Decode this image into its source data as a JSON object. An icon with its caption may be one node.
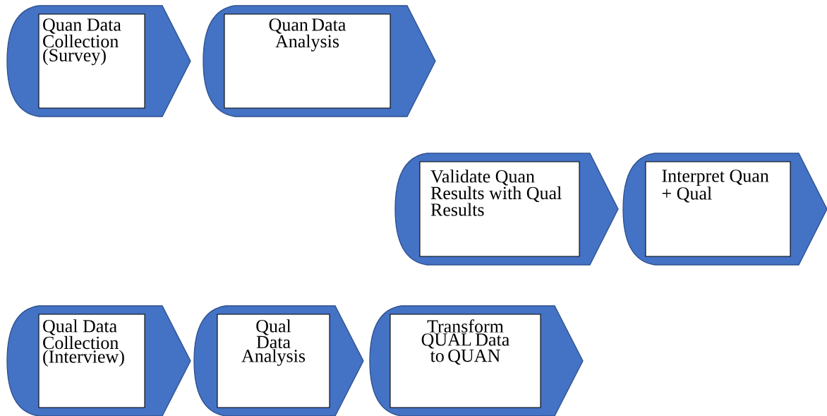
{
  "diagram": {
    "nodes": [
      {
        "text": [
          "Quan Data Collection (Survey)"
        ]
      },
      {
        "text": [
          "Quan Data Analysis"
        ]
      },
      {
        "text": [
          "Validate Quan Results with Qual Results"
        ]
      },
      {
        "text": [
          "Interpret Quan + Qual"
        ]
      },
      {
        "text": [
          "Qual Data Collection (Interview)"
        ]
      },
      {
        "text": [
          "Qual Data Analysis"
        ]
      },
      {
        "text": [
          "Transform QUAL Data to QUAN"
        ]
      }
    ]
  }
}
